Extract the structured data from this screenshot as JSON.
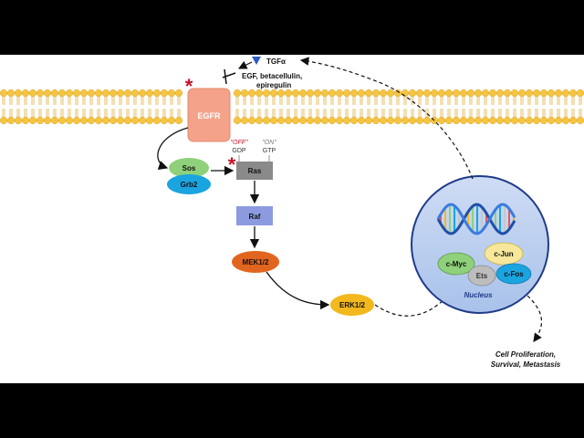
{
  "ligands": {
    "tgfa": "TGFα",
    "egf_line1": "EGF, betacellulin,",
    "egf_line2": "epiregulin"
  },
  "receptor": {
    "label": "EGFR"
  },
  "adaptors": {
    "sos": "Sos",
    "grb2": "Grb2"
  },
  "ras": {
    "label": "Ras",
    "off_label": "\"OFF\"",
    "gdp": "GDP",
    "on_label": "\"ON\"",
    "gtp": "GTP"
  },
  "kinases": {
    "raf": "Raf",
    "mek": "MEK1/2",
    "erk": "ERK1/2"
  },
  "nucleus": {
    "label": "Nucleus",
    "cmyc": "c-Myc",
    "cjun": "c-Jun",
    "ets": "Ets",
    "cfos": "c-Fos"
  },
  "outcome": {
    "line1": "Cell Proliferation,",
    "line2": "Survival, Metastasis"
  },
  "markers": {
    "asterisk": "*"
  },
  "colors": {
    "lipid_head": "#f5c542",
    "egfr": "#f4a38a",
    "sos": "#8fd17a",
    "grb2": "#1aa4e0",
    "ras": "#8a8a8a",
    "raf": "#8c9be0",
    "mek": "#e1651f",
    "erk": "#f2b81d",
    "nucleus_fill": "#b9cff0",
    "nucleus_stroke": "#1f3b8a",
    "cmyc": "#8fd17a",
    "cjun": "#f6e79a",
    "ets": "#bdbdbd",
    "cfos": "#1aa4e0",
    "asterisk": "#c3122b",
    "tgfa_triangle": "#2f5bc7"
  }
}
